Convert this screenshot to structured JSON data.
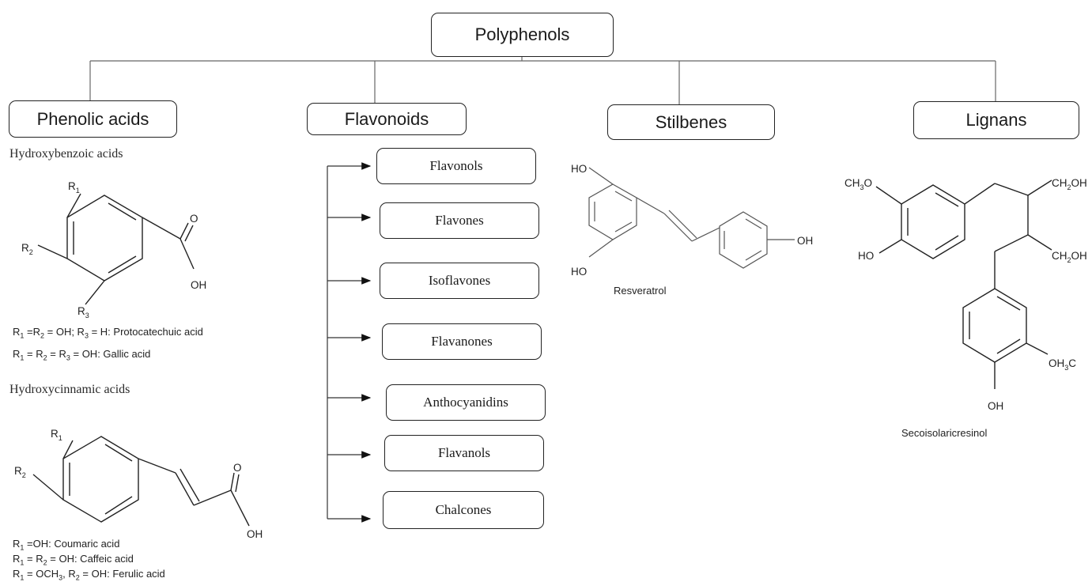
{
  "root": {
    "label": "Polyphenols"
  },
  "classes": [
    {
      "label": "Phenolic acids"
    },
    {
      "label": "Flavonoids"
    },
    {
      "label": "Stilbenes"
    },
    {
      "label": "Lignans"
    }
  ],
  "phenolic": {
    "hydroxybenzoic_title": "Hydroxybenzoic acids",
    "hydroxybenzoic_eq1": "R1 =R2 = OH; R3 = H: Protocatechuic acid",
    "hydroxybenzoic_eq2": "R1 = R2 = R3 = OH: Gallic acid",
    "hydroxycinnamic_title": "Hydroxycinnamic acids",
    "hydroxycinnamic_eq1": "R1 =OH: Coumaric acid",
    "hydroxycinnamic_eq2": "R1 = R2 = OH: Caffeic acid",
    "hydroxycinnamic_eq3": "R1 = OCH3, R2 = OH: Ferulic acid"
  },
  "flavonoid_subclasses": [
    {
      "label": "Flavonols"
    },
    {
      "label": "Flavones"
    },
    {
      "label": "Isoflavones"
    },
    {
      "label": "Flavanones"
    },
    {
      "label": "Anthocyanidins"
    },
    {
      "label": "Flavanols"
    },
    {
      "label": "Chalcones"
    }
  ],
  "stilbenes": {
    "compound": "Resveratrol"
  },
  "lignans": {
    "compound": "Secoisolaricresinol"
  }
}
